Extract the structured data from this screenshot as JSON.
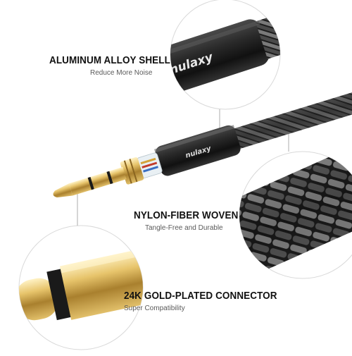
{
  "brand": {
    "logo_text": "nulaxy"
  },
  "callouts": [
    {
      "title": "ALUMINUM ALLOY SHELL",
      "subtitle": "Reduce More Noise"
    },
    {
      "title": "NYLON-FIBER WOVEN",
      "subtitle": "Tangle-Free and Durable"
    },
    {
      "title": "24K GOLD-PLATED CONNECTOR",
      "subtitle": "Super Compatibility"
    }
  ],
  "colors": {
    "background": "#ffffff",
    "shell": "#1c1c1c",
    "gold": "#d9b55a",
    "braid": "#2b2b2b",
    "text": "#111111",
    "subtext": "#5a5a5a"
  }
}
